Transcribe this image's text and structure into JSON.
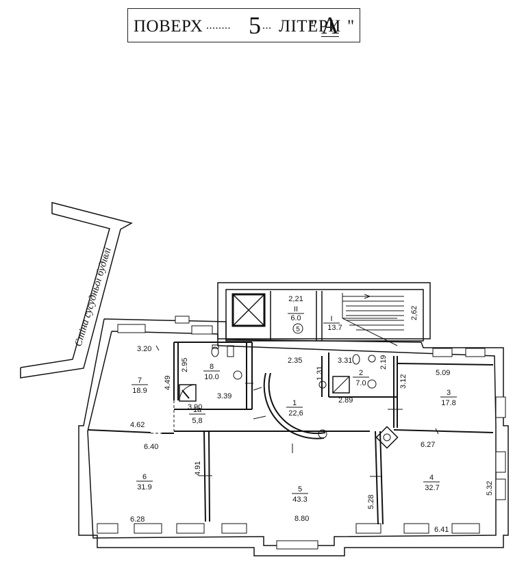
{
  "header": {
    "floor_word": "ПОВЕРХ",
    "dots_left": "........",
    "floor_number": "5",
    "dots_right": "...",
    "letter_word": "ЛІТЕРИ",
    "quote_open": "\"",
    "letter": "А",
    "quote_close": "\""
  },
  "neighbor_wall_label": "Стіна сусудньої будівлі",
  "rooms": [
    {
      "id": "room-1",
      "number": "1",
      "area": "22,6"
    },
    {
      "id": "room-1a",
      "number": "1а",
      "area": "5,8"
    },
    {
      "id": "room-2",
      "number": "2",
      "area": "7.0"
    },
    {
      "id": "room-3",
      "number": "3",
      "area": "17.8"
    },
    {
      "id": "room-4",
      "number": "4",
      "area": "32.7"
    },
    {
      "id": "room-5",
      "number": "5",
      "area": "43.3"
    },
    {
      "id": "room-6",
      "number": "6",
      "area": "31.9"
    },
    {
      "id": "room-7",
      "number": "7",
      "area": "18.9"
    },
    {
      "id": "room-8",
      "number": "8",
      "area": "10.0"
    },
    {
      "id": "room-I",
      "number": "I",
      "area": "13.7"
    },
    {
      "id": "room-II",
      "number": "II",
      "area": "6.0"
    }
  ],
  "room_II_width": "2,21",
  "stair_symbol": "5",
  "dimensions": {
    "d320": "3.20",
    "d449": "4.49",
    "d295": "2.95",
    "d339": "3.39",
    "d390": "3.90",
    "d462": "4.62",
    "d640": "6.40",
    "d491": "4.91",
    "d628": "6.28",
    "d880": "8.80",
    "d528": "5.28",
    "d641": "6.41",
    "d532": "5.32",
    "d627": "6.27",
    "d509": "5.09",
    "d312": "3.12",
    "d289": "2.89",
    "d331": "3.31",
    "d219": "2.19",
    "d131": "1.31",
    "d235": "2.35",
    "d262": "2,62"
  }
}
